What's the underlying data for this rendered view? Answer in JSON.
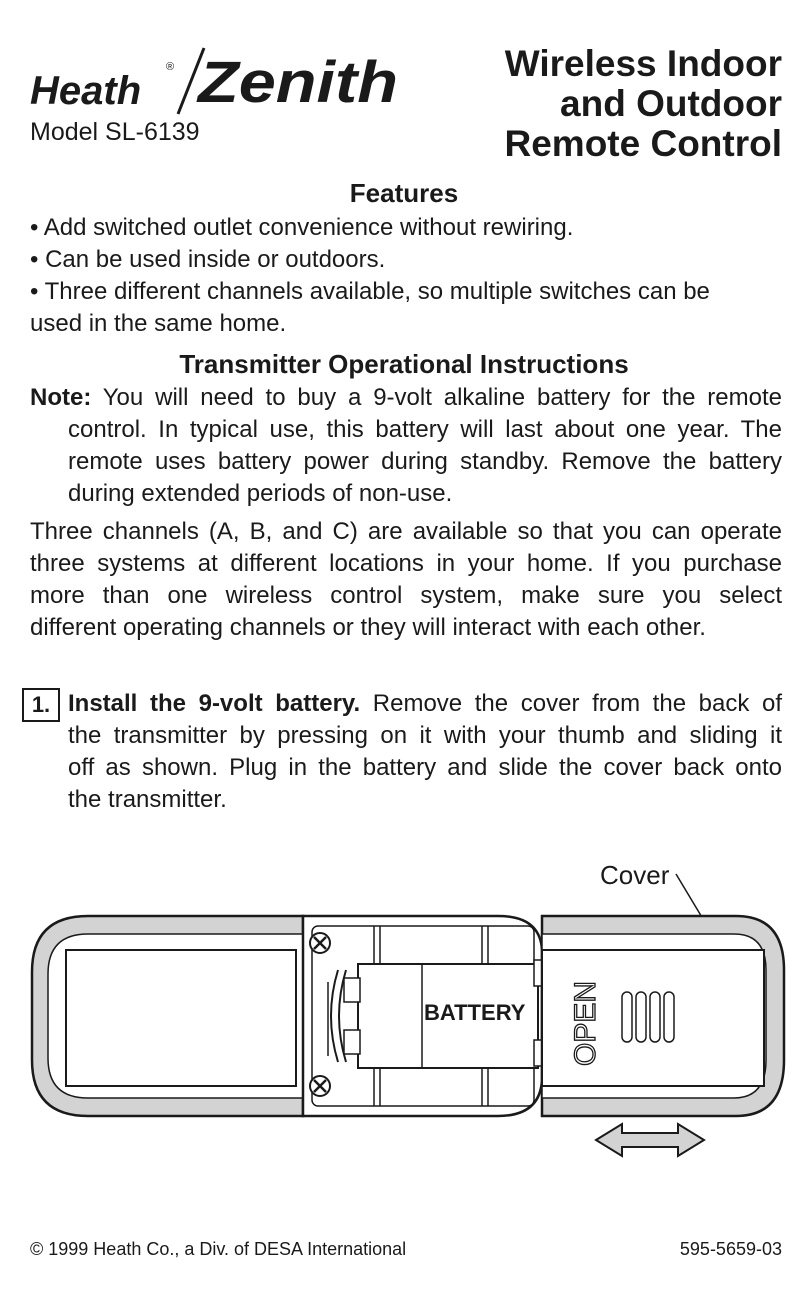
{
  "header": {
    "brand_left": "Heath",
    "brand_right": "Zenith",
    "registered_mark": "®",
    "model": "Model SL-6139",
    "title_lines": [
      "Wireless Indoor",
      "and Outdoor",
      "Remote Control"
    ]
  },
  "features": {
    "heading": "Features",
    "items": [
      "• Add switched outlet convenience without rewiring.",
      "• Can be used inside or outdoors.",
      "• Three different channels available, so multiple switches can be",
      "used in the same home."
    ]
  },
  "transmitter": {
    "heading": "Transmitter Operational Instructions",
    "note_label": "Note:",
    "note_lines": [
      " You will need to buy a 9-volt alkaline battery for the remote",
      "control. In typical use, this battery will last about one year. The",
      "remote uses battery power during standby. Remove the battery",
      "during extended periods of non-use."
    ],
    "channels_lines": [
      "Three channels (A, B, and C) are available so that you can operate",
      "three systems at different locations in your home. If you purchase",
      "more than one wireless control system, make sure you select",
      "different operating channels or they will interact with each other."
    ]
  },
  "step1": {
    "number": "1.",
    "bold_text": "Install the 9-volt battery.",
    "lines": [
      " Remove the cover from the back of",
      "the transmitter by pressing on it with your thumb and sliding it",
      "off as shown. Plug in the battery and slide the cover back onto",
      "the transmitter."
    ]
  },
  "diagram": {
    "cover_label": "Cover",
    "battery_label": "BATTERY",
    "open_label": "OPEN"
  },
  "footer": {
    "copyright": "© 1999 Heath Co., a Div. of DESA International",
    "part_number": "595-5659-03"
  }
}
